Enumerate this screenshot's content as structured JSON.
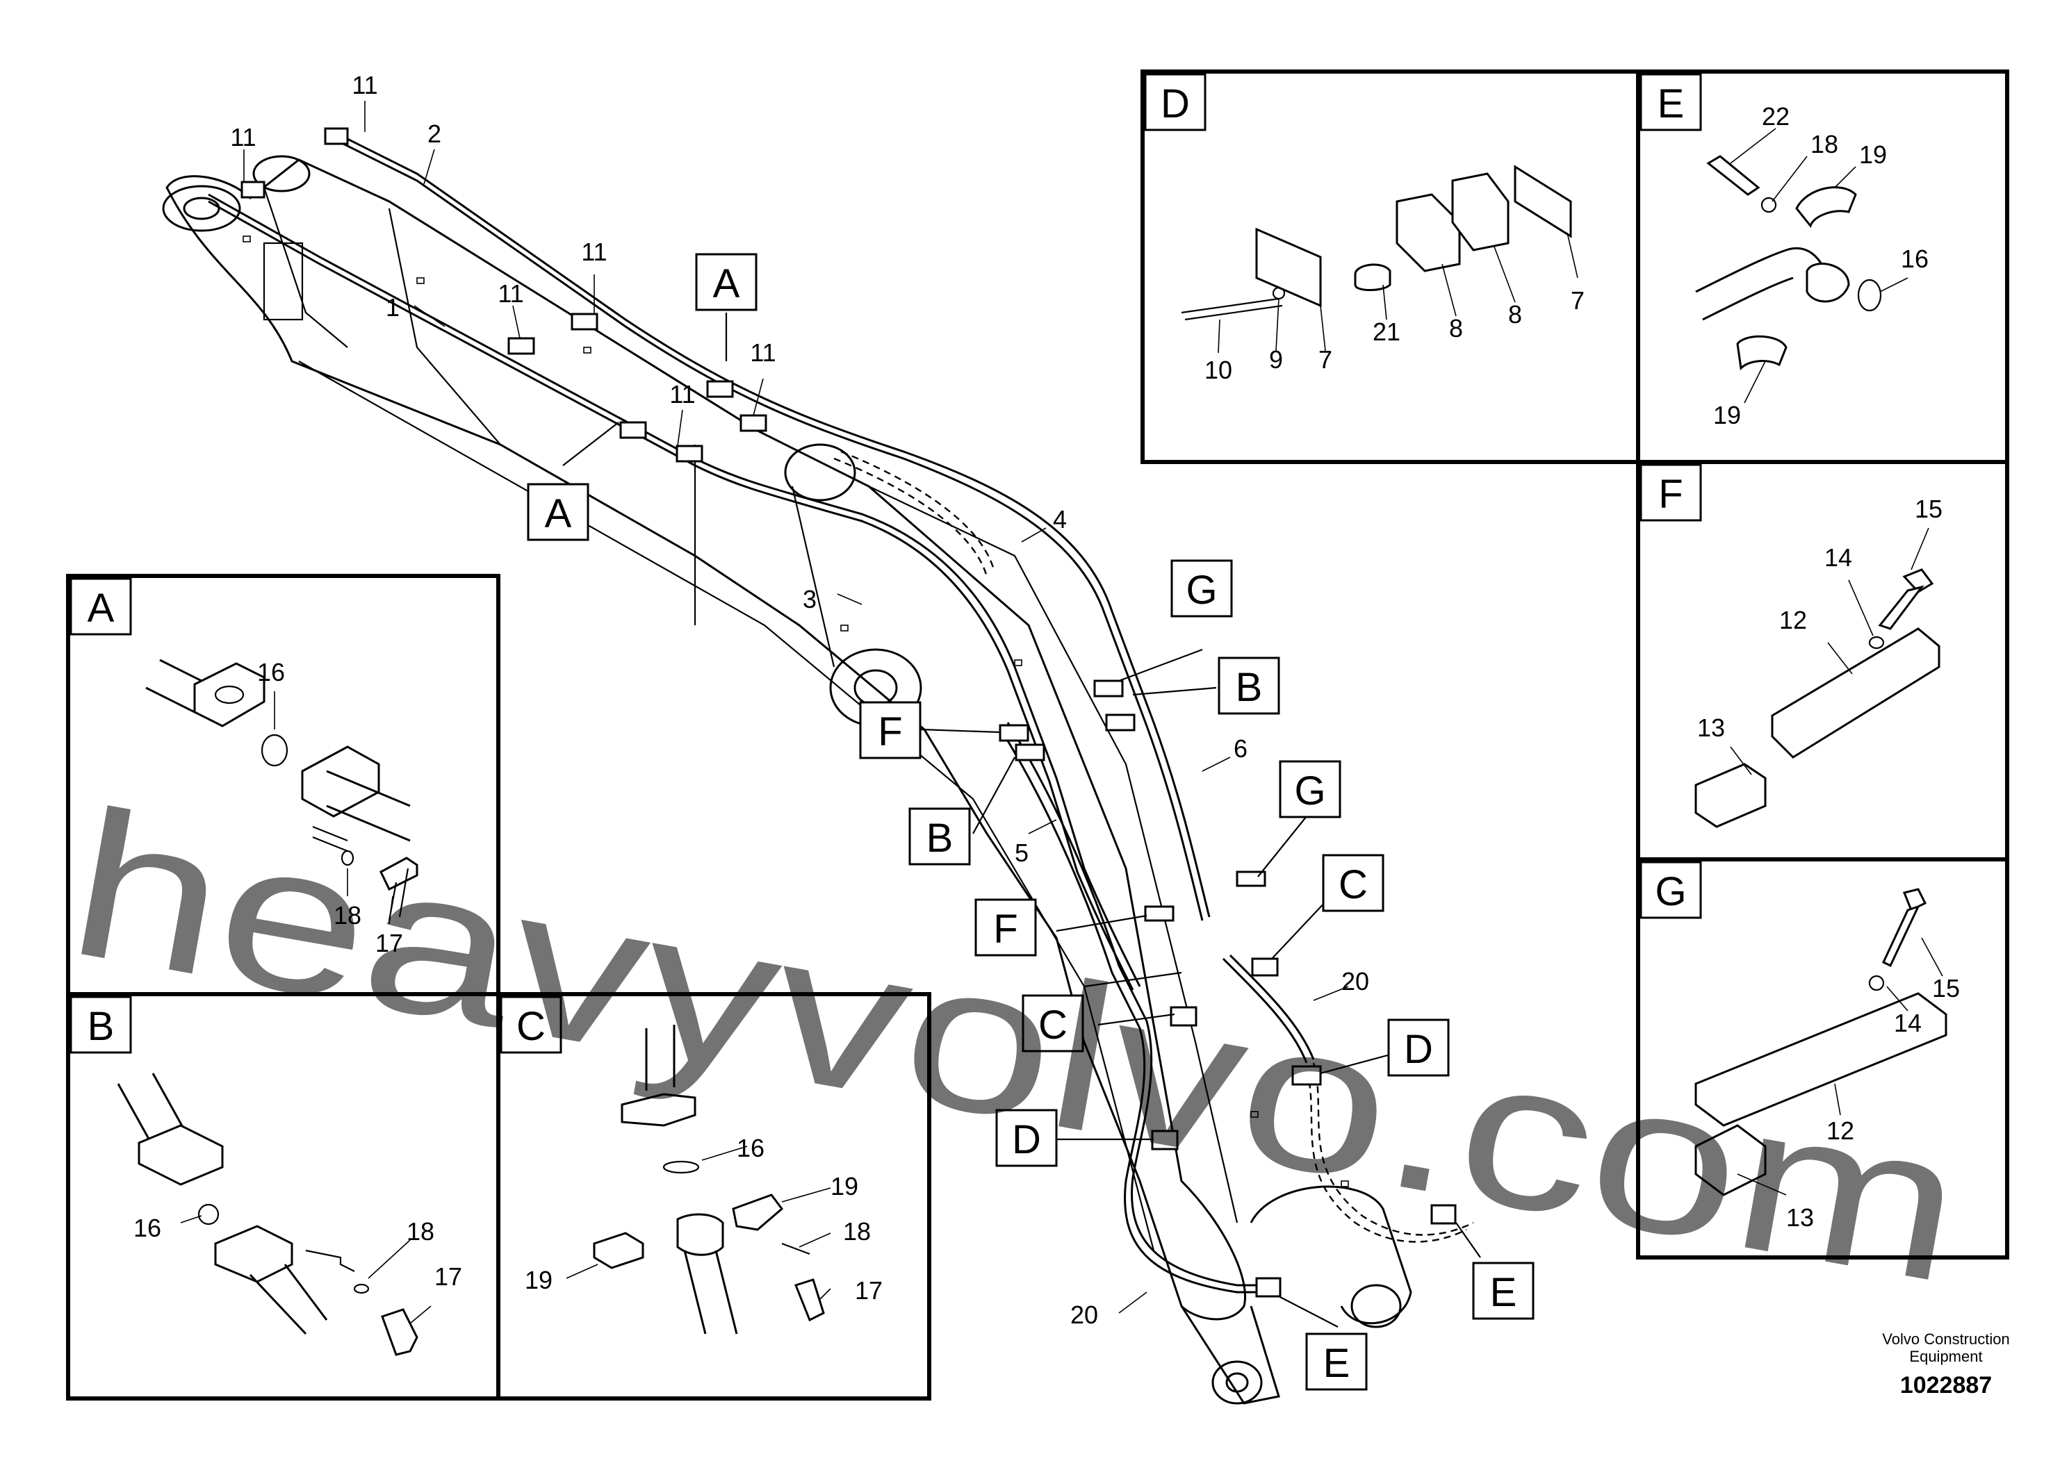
{
  "diagram": {
    "watermark": "heavyvolvo.com",
    "footer": {
      "company_line1": "Volvo Construction",
      "company_line2": "Equipment",
      "document_number": "1022887"
    },
    "detail_panels": [
      "A",
      "B",
      "C",
      "D",
      "E",
      "F",
      "G"
    ],
    "main_view": {
      "part_numbers": [
        "11",
        "11",
        "2",
        "11",
        "11",
        "1",
        "11",
        "11",
        "4",
        "3",
        "6",
        "5",
        "20",
        "20"
      ],
      "callouts": [
        "A",
        "A",
        "G",
        "B",
        "F",
        "B",
        "G",
        "F",
        "C",
        "C",
        "D",
        "D",
        "E",
        "E"
      ]
    },
    "panel_a": {
      "label": "A",
      "parts": [
        "16",
        "18",
        "17"
      ]
    },
    "panel_b": {
      "label": "B",
      "parts": [
        "16",
        "18",
        "17"
      ]
    },
    "panel_c": {
      "label": "C",
      "parts": [
        "16",
        "19",
        "18",
        "19",
        "17"
      ]
    },
    "panel_d": {
      "label": "D",
      "parts": [
        "10",
        "9",
        "7",
        "21",
        "8",
        "8",
        "7"
      ]
    },
    "panel_e": {
      "label": "E",
      "parts": [
        "22",
        "18",
        "19",
        "16",
        "19"
      ]
    },
    "panel_f": {
      "label": "F",
      "parts": [
        "15",
        "14",
        "12",
        "13"
      ]
    },
    "panel_g": {
      "label": "G",
      "parts": [
        "15",
        "14",
        "12",
        "13"
      ]
    }
  }
}
